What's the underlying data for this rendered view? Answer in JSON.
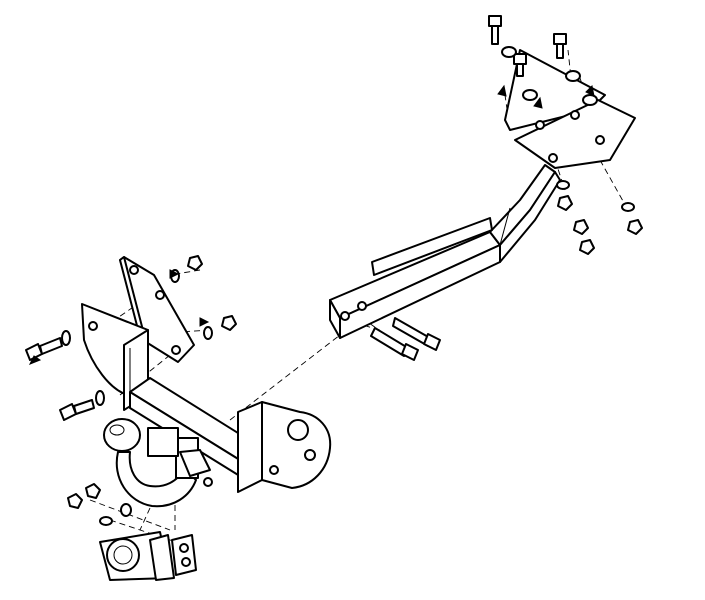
{
  "diagram": {
    "type": "exploded-assembly",
    "line_color": "#000000",
    "background_color": "#ffffff",
    "parts": [
      {
        "id": "main-crossbar",
        "icon": "tow-bar-crossbar"
      },
      {
        "id": "tow-ball-neck",
        "icon": "tow-ball-swan-neck"
      },
      {
        "id": "left-side-arm",
        "icon": "bracket-plate"
      },
      {
        "id": "right-side-arm",
        "icon": "extension-arm"
      },
      {
        "id": "right-mount-plate",
        "icon": "mount-plate"
      },
      {
        "id": "socket-plate",
        "icon": "electrical-socket-plate"
      },
      {
        "id": "bolts",
        "icon": "bolt"
      },
      {
        "id": "nuts",
        "icon": "nut"
      },
      {
        "id": "washers",
        "icon": "washer"
      }
    ]
  }
}
